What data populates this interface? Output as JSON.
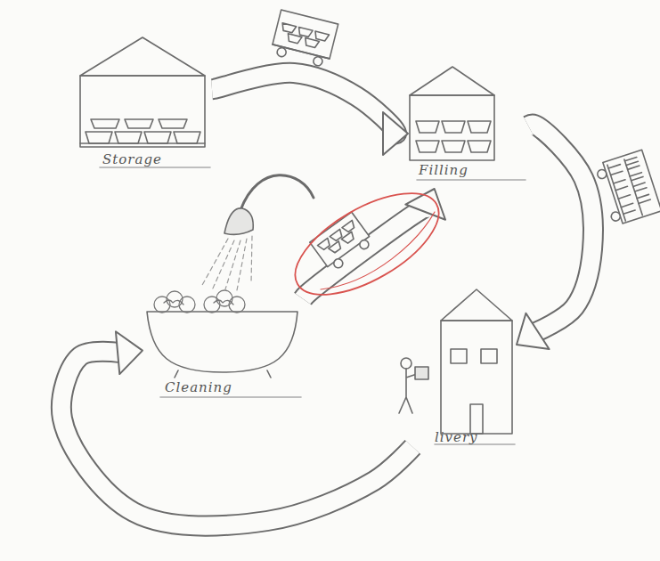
{
  "diagram": {
    "nodes": [
      {
        "text": [
          "Storage"
        ]
      },
      {
        "text": [
          "Filling"
        ]
      },
      {
        "text": [
          "Cleaning"
        ]
      },
      {
        "text": [
          "livery"
        ]
      }
    ],
    "edges": [
      {
        "from": 0,
        "to": 1,
        "arrow": "to"
      },
      {
        "from": 1,
        "to": 3,
        "arrow": "to"
      },
      {
        "from": 3,
        "to": 2,
        "arrow": "to"
      },
      {
        "from": 2,
        "to": 1,
        "arrow": "to"
      }
    ]
  }
}
